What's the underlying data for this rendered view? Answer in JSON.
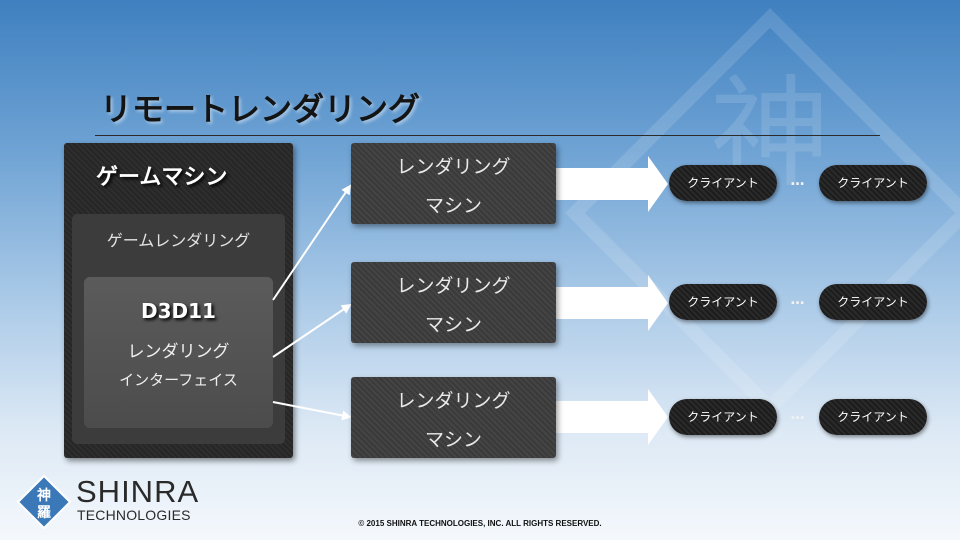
{
  "slide": {
    "title": "リモートレンダリング",
    "accent_color": "#3f80c0"
  },
  "game_machine": {
    "label": "ゲームマシン",
    "rendering": {
      "label": "ゲームレンダリング",
      "interface": {
        "title": "D3D11",
        "line1": "レンダリング",
        "line2": "インターフェイス"
      }
    }
  },
  "rendering_machines": [
    {
      "line1": "レンダリング",
      "line2": "マシン"
    },
    {
      "line1": "レンダリング",
      "line2": "マシン"
    },
    {
      "line1": "レンダリング",
      "line2": "マシン"
    }
  ],
  "client_rows": [
    {
      "left": "クライアント",
      "ellipsis": "…",
      "right": "クライアント"
    },
    {
      "left": "クライアント",
      "ellipsis": "…",
      "right": "クライアント"
    },
    {
      "left": "クライアント",
      "ellipsis": "…",
      "right": "クライアント"
    }
  ],
  "logo": {
    "name": "SHINRA",
    "sub": "TECHNOLOGIES",
    "emblem": "神羅"
  },
  "watermark": "神羅",
  "footer": {
    "copyright": "© 2015 SHINRA TECHNOLOGIES, INC. ALL RIGHTS RESERVED."
  }
}
